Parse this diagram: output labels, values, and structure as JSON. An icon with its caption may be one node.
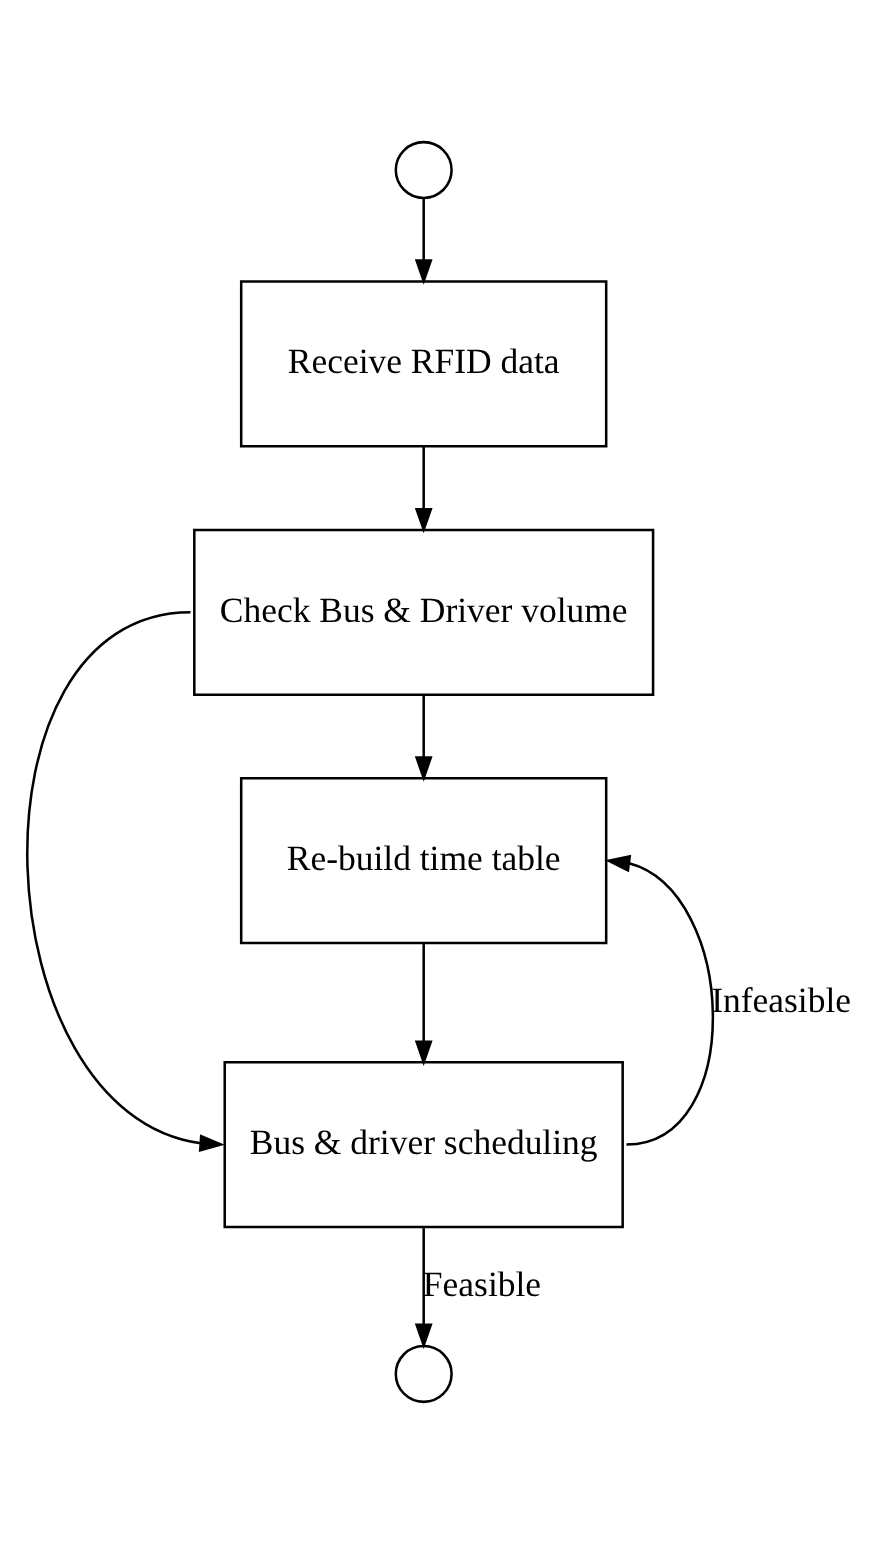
{
  "diagram": {
    "nodes": [
      {
        "text": [],
        "shape": "circle"
      },
      {
        "text": [
          "Receive RFID data"
        ]
      },
      {
        "text": [
          "Check Bus & Driver volume"
        ]
      },
      {
        "text": [
          "Re-build time table"
        ]
      },
      {
        "text": [
          "Bus & driver scheduling"
        ]
      },
      {
        "text": [],
        "shape": "circle"
      }
    ],
    "edges": [
      {
        "from": 0,
        "to": 1,
        "arrow": "to"
      },
      {
        "from": 1,
        "to": 2,
        "arrow": "to"
      },
      {
        "from": 2,
        "to": 3,
        "arrow": "to"
      },
      {
        "from": 3,
        "to": 4,
        "arrow": "to"
      },
      {
        "from": 2,
        "to": 4,
        "arrow": "to"
      },
      {
        "from": 4,
        "to": 3,
        "arrow": "to",
        "label": "Infeasible"
      },
      {
        "from": 4,
        "to": 5,
        "arrow": "to",
        "label": "Feasible"
      }
    ]
  }
}
